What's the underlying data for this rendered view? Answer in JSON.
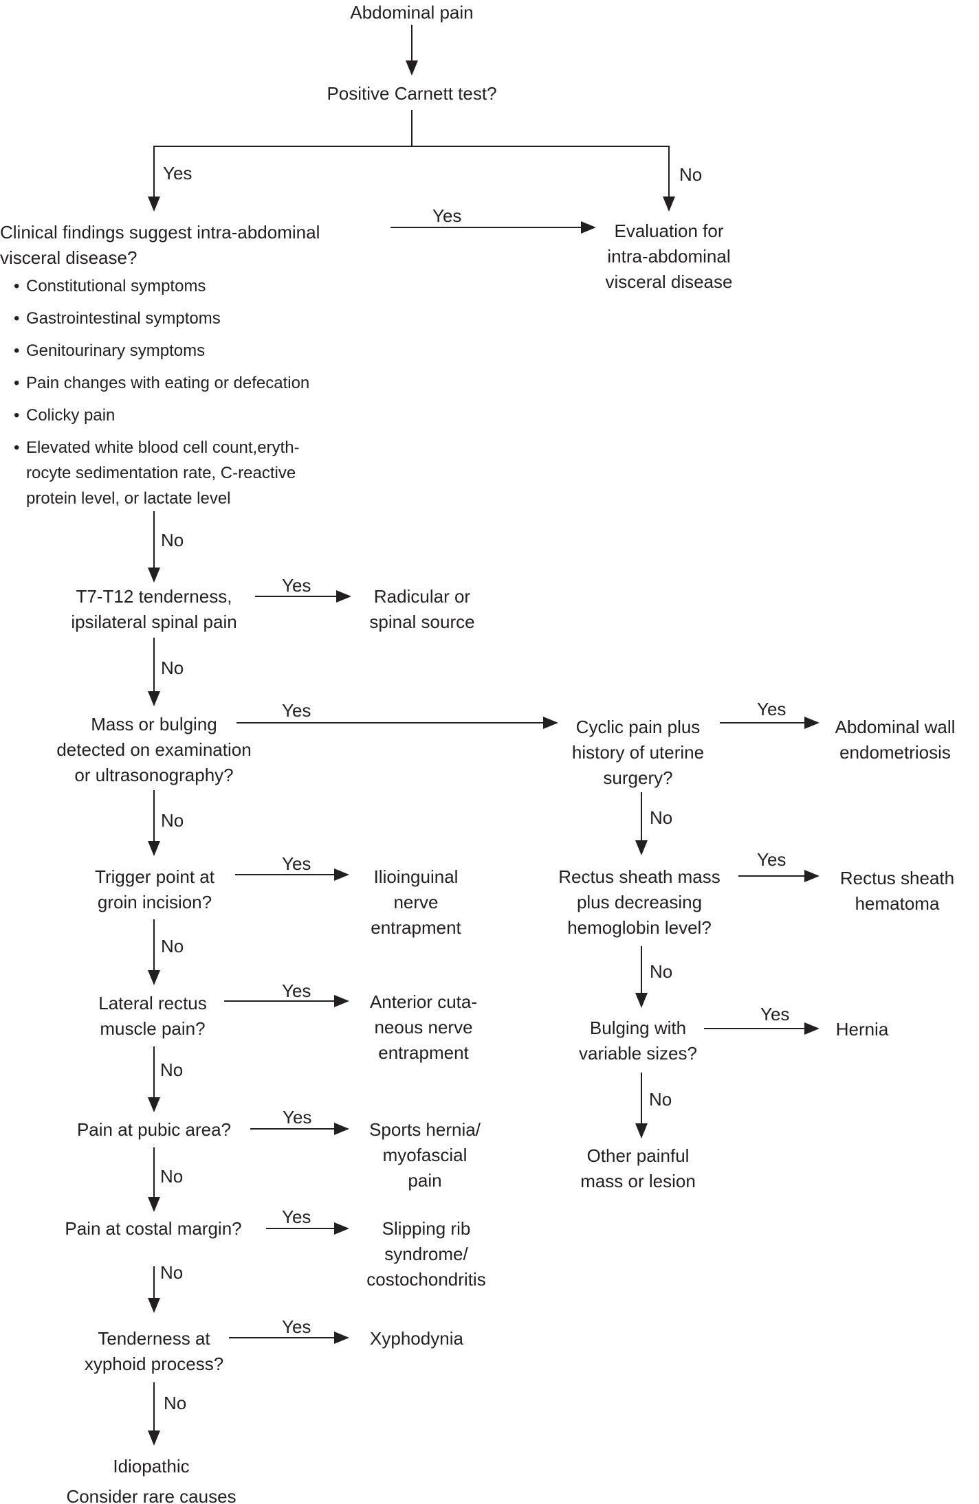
{
  "labels": {
    "yes": "Yes",
    "no": "No"
  },
  "nodes": {
    "start": "Abdominal pain",
    "carnett": "Positive Carnett test?",
    "clinical": "Clinical findings suggest intra-abdominal\nvisceral disease?",
    "clinical_bullets": [
      "Constitutional symptoms",
      "Gastrointestinal symptoms",
      "Genitourinary symptoms",
      "Pain changes with eating or defecation",
      "Colicky pain",
      "Elevated white blood cell count,eryth-\nrocyte sedimentation rate, C-reactive\nprotein level, or lactate level"
    ],
    "evaluation": "Evaluation for\nintra-abdominal\nvisceral disease",
    "t7_t12": "T7-T12 tenderness,\nipsilateral spinal pain",
    "radicular": "Radicular or\nspinal source",
    "mass": "Mass or bulging\ndetected on examination\nor ultrasonography?",
    "cyclic": "Cyclic pain plus\nhistory of uterine\nsurgery?",
    "endometriosis": "Abdominal wall\nendometriosis",
    "trigger": "Trigger point at\ngroin incision?",
    "ilioinguinal": "Ilioinguinal\nnerve\nentrapment",
    "rectus_mass": "Rectus sheath mass\nplus decreasing\nhemoglobin level?",
    "rectus_hematoma": "Rectus sheath\nhematoma",
    "lateral_rectus": "Lateral rectus\nmuscle pain?",
    "anterior_cutaneous": "Anterior cuta-\nneous nerve\nentrapment",
    "bulging": "Bulging with\nvariable sizes?",
    "hernia": "Hernia",
    "pubic": "Pain at pubic area?",
    "sports_hernia": "Sports hernia/\nmyofascial\npain",
    "other_mass": "Other painful\nmass or lesion",
    "costal": "Pain at costal margin?",
    "slipping_rib": "Slipping rib\nsyndrome/\ncostochondritis",
    "xyphoid": "Tenderness at\nxyphoid process?",
    "xyphodynia": "Xyphodynia",
    "idiopathic": "Idiopathic\nConsider rare causes"
  },
  "colors": {
    "ink": "#231f20",
    "background": "#ffffff"
  }
}
